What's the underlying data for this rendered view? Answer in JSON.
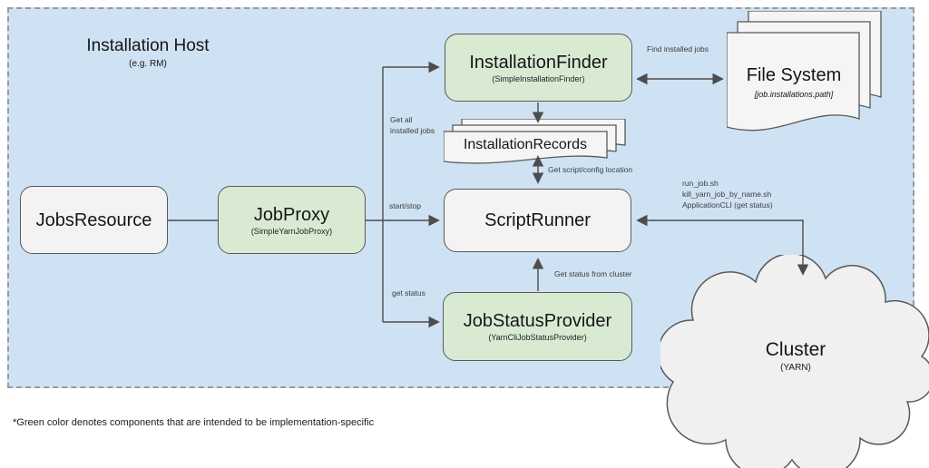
{
  "colors": {
    "host_fill": "#cfe2f3",
    "host_border": "#9a9a9a",
    "neutral_fill": "#f3f3f3",
    "green_fill": "#d9ead3",
    "shape_border": "#595959",
    "arrow": "#4d4d4d"
  },
  "host": {
    "title": "Installation Host",
    "subtitle": "(e.g. RM)"
  },
  "nodes": {
    "jobs_resource": {
      "label": "JobsResource"
    },
    "job_proxy": {
      "label": "JobProxy",
      "sublabel": "(SimpleYarnJobProxy)"
    },
    "installation_finder": {
      "label": "InstallationFinder",
      "sublabel": "(SimpleInstallationFinder)"
    },
    "script_runner": {
      "label": "ScriptRunner"
    },
    "job_status_provider": {
      "label": "JobStatusProvider",
      "sublabel": "(YarnCliJobStatusProvider)"
    },
    "installation_records": {
      "label": "InstallationRecords"
    },
    "file_system": {
      "label": "File System",
      "sublabel": "[job.installations.path]"
    },
    "cluster": {
      "label": "Cluster",
      "sublabel": "(YARN)"
    }
  },
  "edge_labels": {
    "get_all_installed_jobs": "Get all\ninstalled jobs",
    "start_stop": "start/stop",
    "get_status": "get status",
    "find_installed_jobs": "Find installed jobs",
    "get_script_config_location": "Get script/config location",
    "get_status_from_cluster": "Get status from cluster",
    "cluster_scripts": "run_job.sh\nkill_yarn_job_by_name.sh\nApplicationCLI (get status)"
  },
  "footnote": "*Green color denotes components that are intended to be implementation-specific"
}
